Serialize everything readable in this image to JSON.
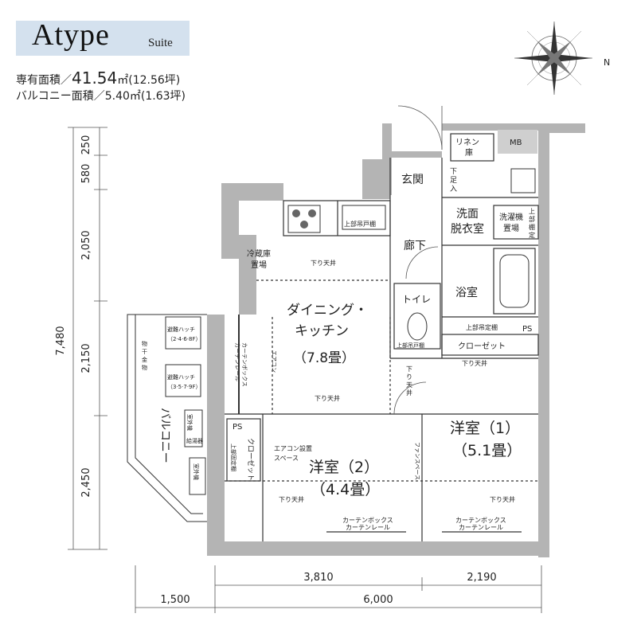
{
  "header": {
    "type_title": "Atype",
    "type_sub": "Suite",
    "area_label": "専有面積／",
    "area_value": "41.54",
    "area_unit": "㎡(12.56坪)",
    "balcony": "バルコニー面積／5.40㎡(1.63坪)"
  },
  "compass": {
    "north_label": "N"
  },
  "rooms": {
    "linen": [
      "リネン",
      "庫"
    ],
    "mb": "MB",
    "genkan": "玄関",
    "shoe": [
      "下",
      "足",
      "入"
    ],
    "senmen": [
      "洗面",
      "脱衣室"
    ],
    "sentakuki": [
      "洗濯機",
      "置場"
    ],
    "joubu_tana": [
      "上",
      "部",
      "棚",
      "定"
    ],
    "rouka": "廊下",
    "yokushitsu": "浴室",
    "toilet": "トイレ",
    "toilet_shelf": "上部吊戸棚",
    "upper_shelf": "上部吊定棚",
    "ps1": "PS",
    "closet1": "クローゼット",
    "reizouko": [
      "冷蔵庫",
      "置場"
    ],
    "upper_cabinet": "上部吊戸棚",
    "dining": [
      "ダイニング・",
      "キッチン",
      "（7.8畳）"
    ],
    "aircon": "エアコン",
    "curtain_box_v": [
      "カーテンボックス",
      "カーテンレール"
    ],
    "bedroom1": [
      "洋室（1）",
      "（5.1畳）"
    ],
    "bedroom2": [
      "洋室（2）",
      "（4.4畳）"
    ],
    "aircon_space": [
      "エアコン設置",
      "スペース"
    ],
    "ps2": "PS",
    "closet2": "クローゼット",
    "upper_shelf2": [
      "上部固定棚"
    ],
    "curtain_box_h": [
      "カーテンボックス",
      "カーテンレール"
    ],
    "shitaritenjo": "下り天井",
    "shitaritenjo_v": [
      "下",
      "り",
      "天",
      "井"
    ],
    "balcony_label": "バルコニー",
    "hatch1": [
      "避難ハッチ",
      "（2·4·6·8F）"
    ],
    "hatch2": [
      "避難ハッチ",
      "（3·5·7·9F）"
    ],
    "monohoshi": [
      "物",
      "干",
      "金",
      "物"
    ],
    "outdoor_unit": "室外機",
    "kyuto": "給湯器",
    "fan_space": "ファンスペース"
  },
  "dimensions": {
    "left": [
      "250",
      "580",
      "2,050",
      "2,150",
      "2,450"
    ],
    "total_height": "7,480",
    "bottom_top": [
      "3,810",
      "2,190"
    ],
    "bottom_bottom": [
      "1,500",
      "6,000"
    ]
  }
}
